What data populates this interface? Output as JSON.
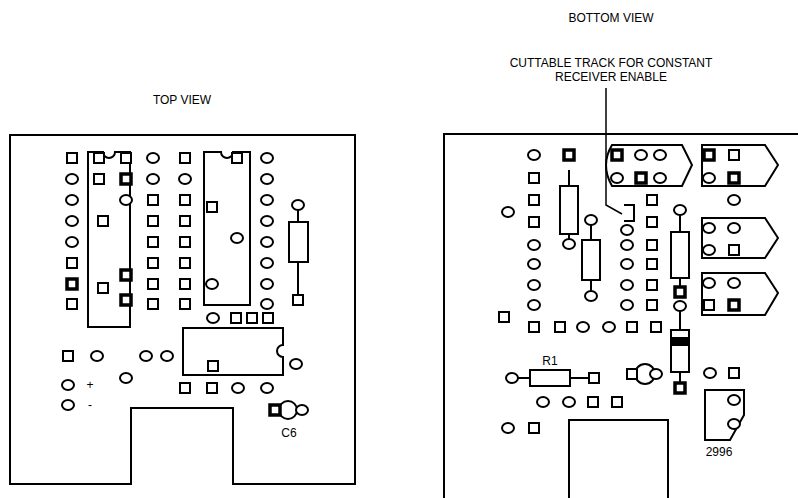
{
  "diagram": {
    "labels": [
      "TOP VIEW",
      "BOTTOM VIEW",
      "CUTTABLE TRACK FOR CONSTANT RECEIVER ENABLE",
      "+",
      "-",
      "C6",
      "R1",
      "2996"
    ]
  }
}
